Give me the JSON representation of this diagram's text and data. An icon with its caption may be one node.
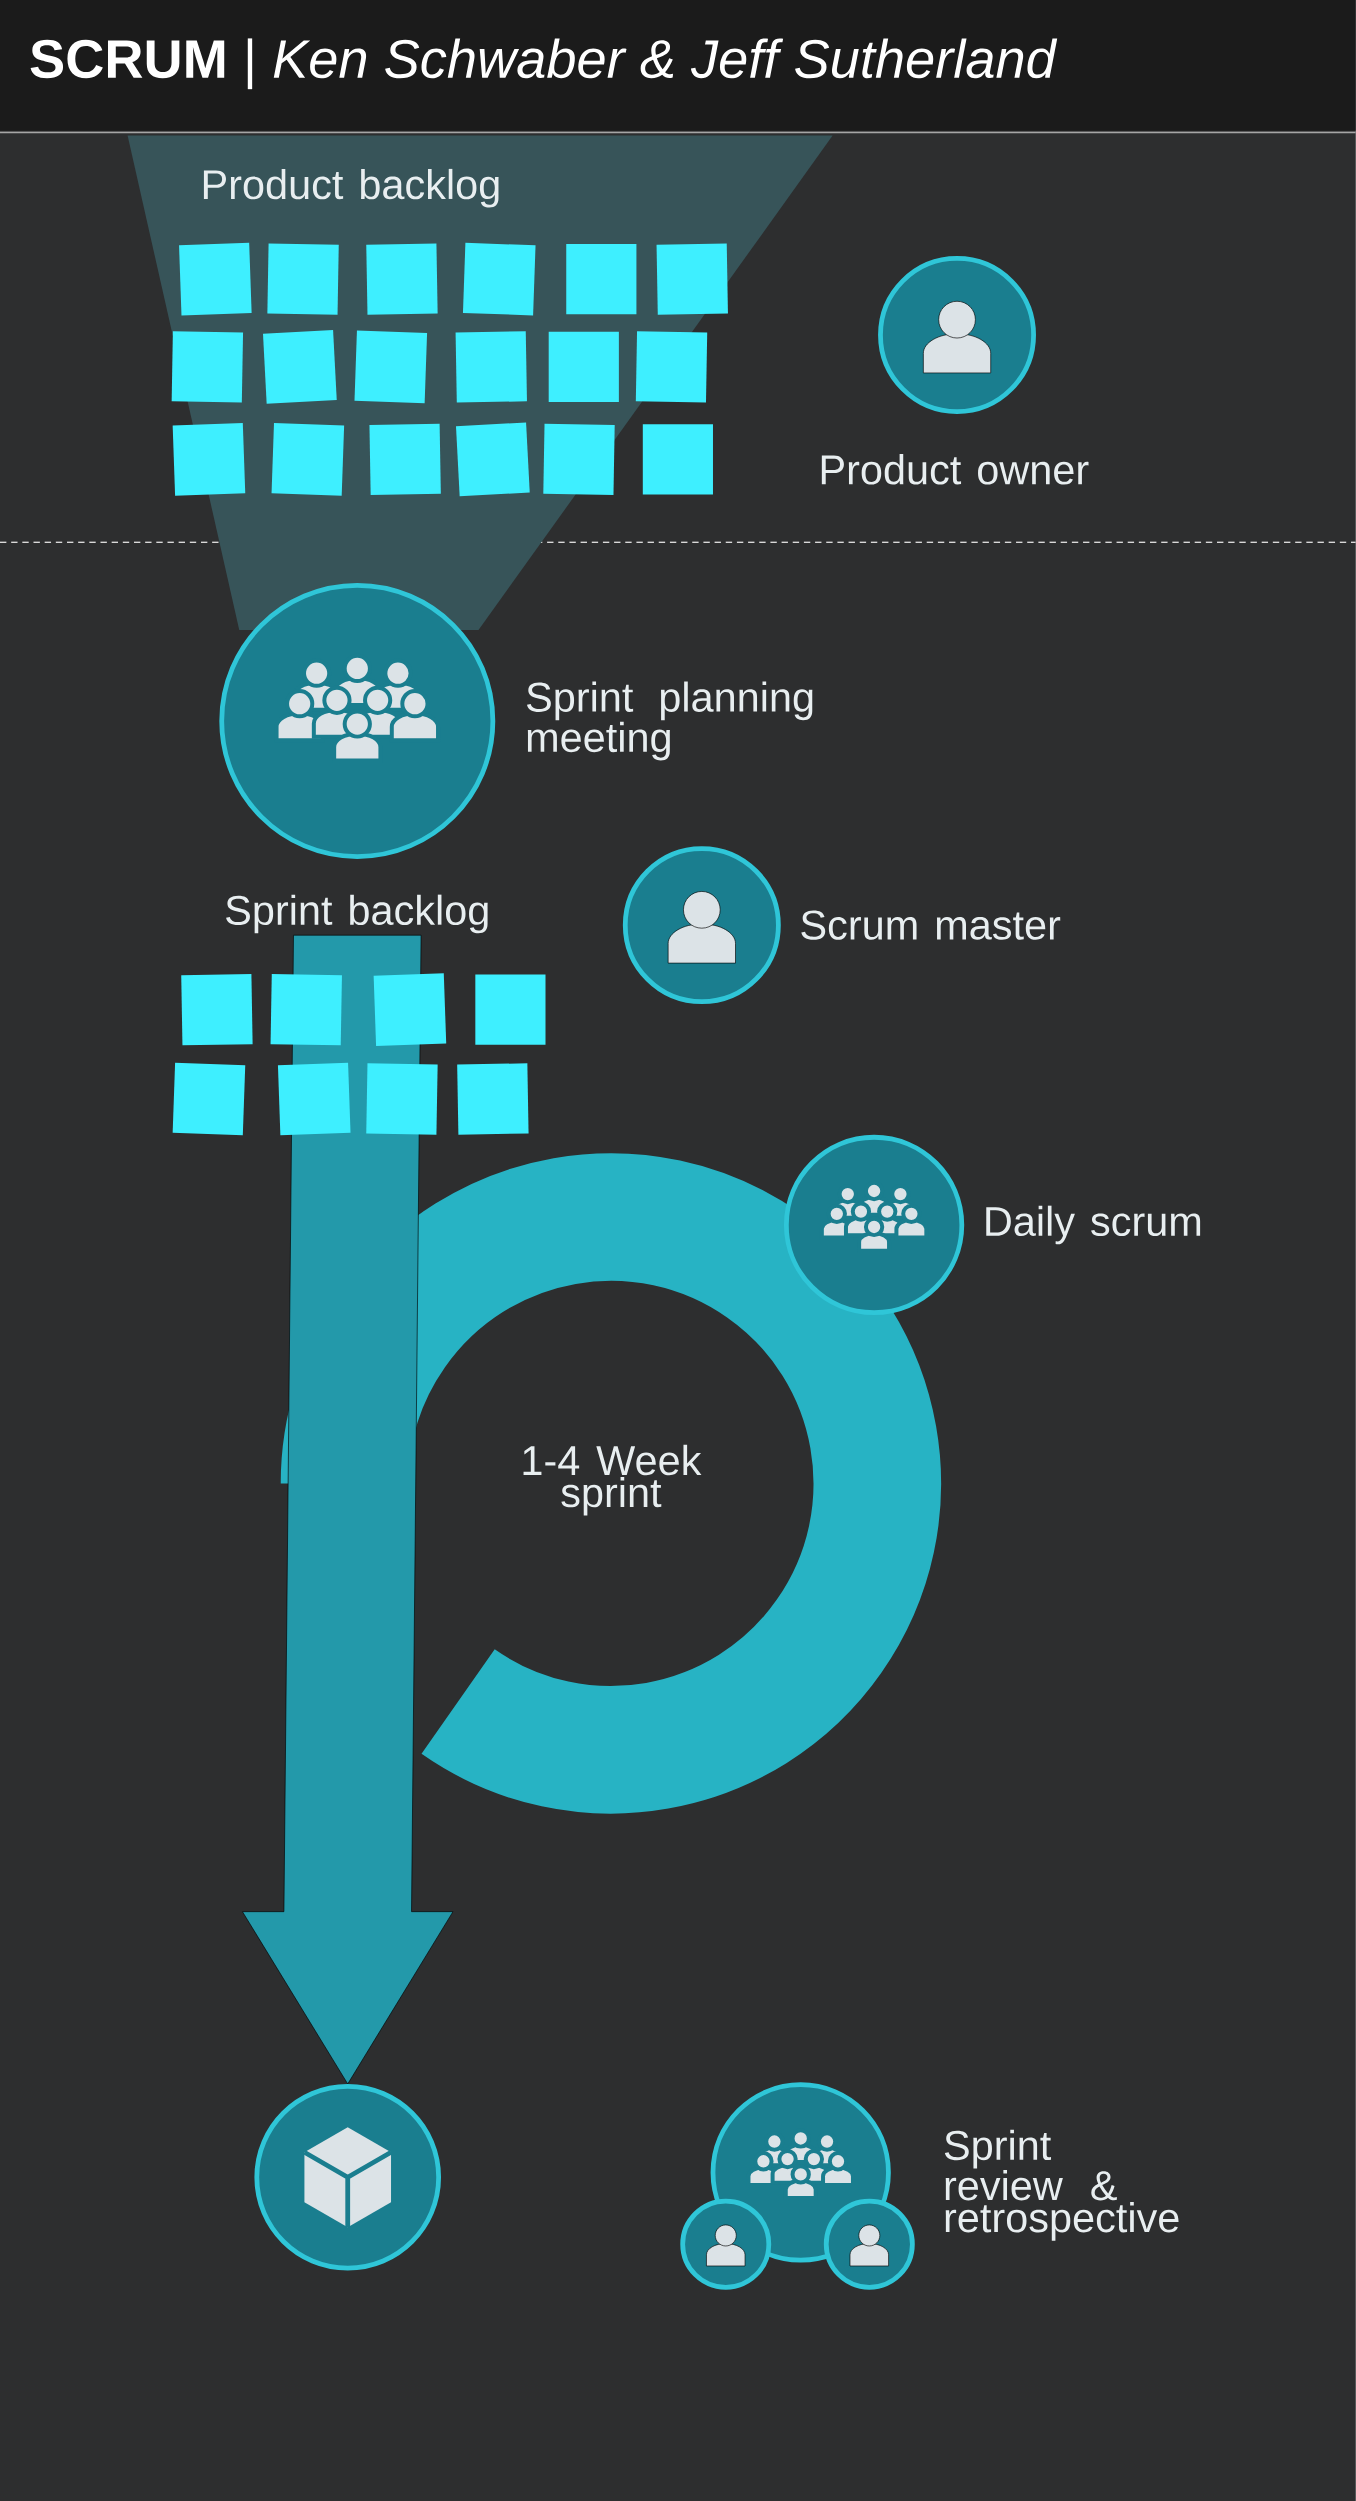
{
  "diagram": {
    "title": "**SCRUM** | *Ken Schwaber & Jeff Sutherland*",
    "nodes": [
      {
        "text": [
          "Product backlog"
        ]
      },
      {
        "text": [
          "Product owner"
        ]
      },
      {
        "text": [
          "Sprint planning meeting"
        ]
      },
      {
        "text": [
          "Sprint backlog"
        ]
      },
      {
        "text": [
          "Scrum master"
        ]
      },
      {
        "text": [
          "Daily scrum"
        ]
      },
      {
        "text": [
          "1-4 Week sprint"
        ]
      },
      {
        "text": [],
        "shape": "circle"
      },
      {
        "text": [
          "Sprint review & retrospective"
        ]
      }
    ],
    "edges": [
      {
        "from": 3,
        "to": 7,
        "arrow": "to"
      }
    ]
  }
}
